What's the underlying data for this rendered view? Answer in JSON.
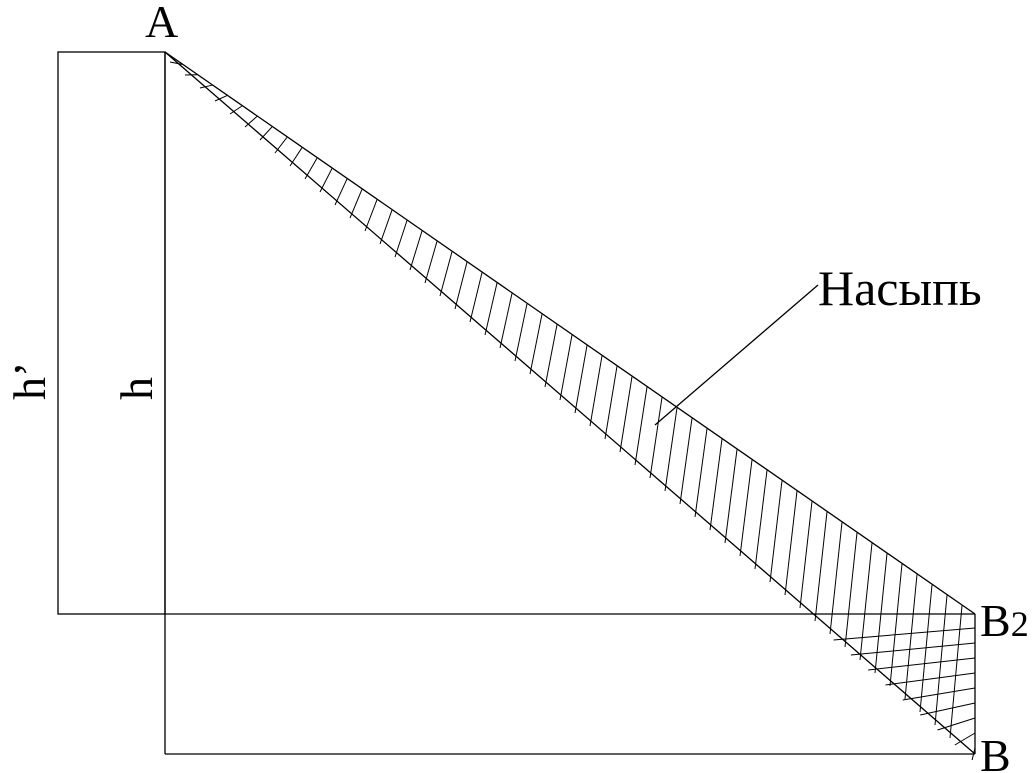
{
  "labels": {
    "point_a": "A",
    "point_b": "B",
    "point_b2_letter": "B",
    "point_b2_sub": "2",
    "height_h": "h",
    "height_h_prime": "h",
    "h_prime_mark": "’",
    "embankment": "Насыпь"
  },
  "colors": {
    "stroke": "#000000",
    "background": "#ffffff"
  }
}
